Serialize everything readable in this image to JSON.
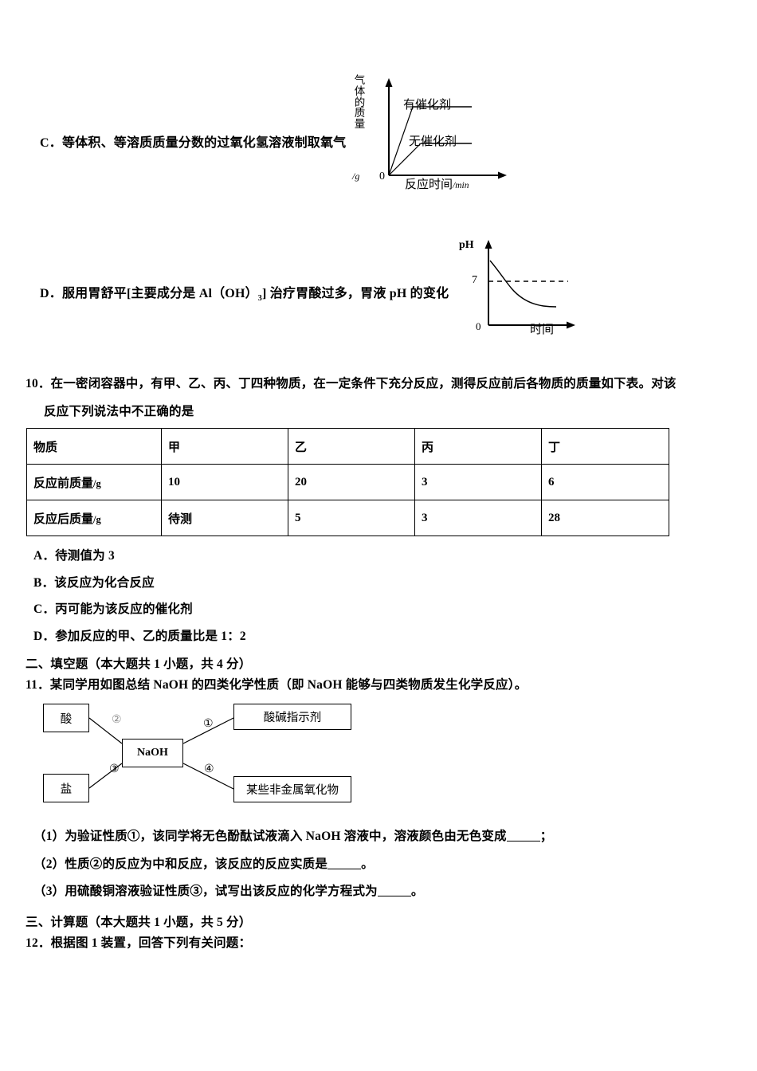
{
  "document": {
    "type": "chemistry-exam-page"
  },
  "option_c": {
    "label": "C．",
    "text": "等体积、等溶质质量分数的过氧化氢溶液制取氧气"
  },
  "option_d": {
    "label": "D．",
    "prefix": "服用胃舒平[主要成分是 Al（OH）",
    "subscript": "3",
    "suffix": "] 治疗胃酸过多，胃液 pH 的变化"
  },
  "gas_chart": {
    "y_axis_label_chars": [
      "气",
      "体",
      "的",
      "质",
      "量"
    ],
    "y_axis_unit": "/g",
    "origin_label": "0",
    "x_axis_label": "反应时间",
    "x_axis_unit": "/min",
    "series_label_catalyst": "有催化剂",
    "series_label_no_catalyst": "无催化剂"
  },
  "ph_chart": {
    "y_axis_label": "pH",
    "gridline_label": "7",
    "origin_label": "0",
    "x_axis_label": "时间"
  },
  "question10": {
    "line1": "10．在一密闭容器中，有甲、乙、丙、丁四种物质，在一定条件下充分反应，测得反应前后各物质的质量如下表。对该",
    "line2": "反应下列说法中不正确的是",
    "table": {
      "row_headers": [
        "物质",
        "反应前质量",
        "反应后质量"
      ],
      "row_header_units": [
        "",
        "/g",
        "/g"
      ],
      "columns": [
        "甲",
        "乙",
        "丙",
        "丁"
      ],
      "before": [
        "10",
        "20",
        "3",
        "6"
      ],
      "after": [
        "待测",
        "5",
        "3",
        "28"
      ]
    },
    "options": [
      {
        "label": "A．",
        "text": "待测值为 3"
      },
      {
        "label": "B．",
        "text": "该反应为化合反应"
      },
      {
        "label": "C．",
        "text": "丙可能为该反应的催化剂"
      },
      {
        "label": "D．",
        "text": "参加反应的甲、乙的质量比是 1：2"
      }
    ]
  },
  "section2": {
    "title": "二、填空题（本大题共 1 小题，共 4 分）",
    "question11": "11．某同学用如图总结 NaOH 的四类化学性质（即 NaOH 能够与四类物质发生化学反应）。",
    "diagram": {
      "center": "NaOH",
      "acid": "酸",
      "salt": "盐",
      "indicator": "酸碱指示剂",
      "oxide": "某些非金属氧化物",
      "num1": "①",
      "num2": "②",
      "num3": "③",
      "num4": "④"
    },
    "subquestions": [
      {
        "prefix": "（1）为验证性质①，该同学将无色酚酞试液滴入 NaOH 溶液中，溶液颜色由无色变成",
        "suffix": "；"
      },
      {
        "prefix": "（2）性质②的反应为中和反应，该反应的反应实质是",
        "suffix": "。"
      },
      {
        "prefix": "（3）用硫酸铜溶液验证性质③，试写出该反应的化学方程式为",
        "suffix": "。"
      }
    ]
  },
  "section3": {
    "title": "三、计算题（本大题共 1 小题，共 5 分）",
    "question12": "12．根据图 1 装置，回答下列有关问题："
  }
}
